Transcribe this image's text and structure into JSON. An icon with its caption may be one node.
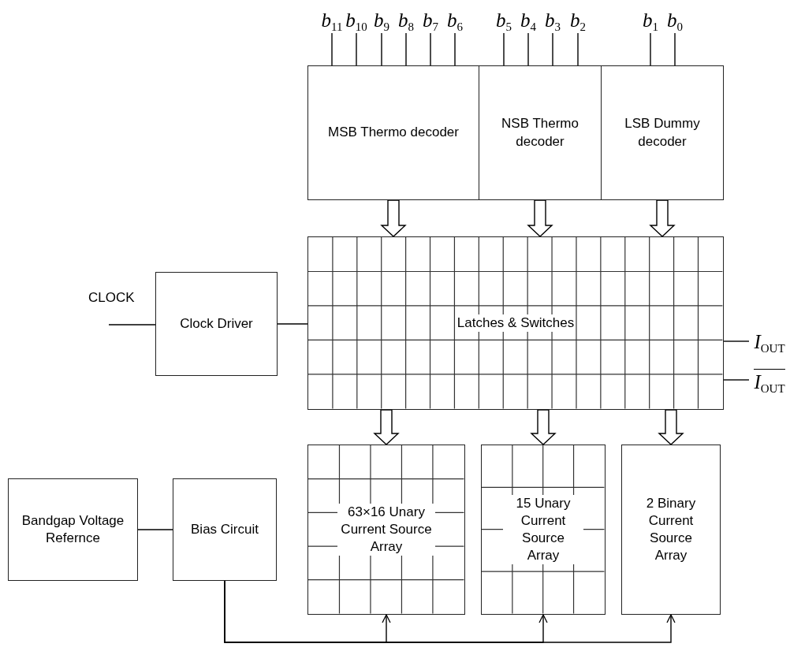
{
  "diagram": {
    "nodes": [
      {
        "text": [
          "*b*$_{11}$"
        ]
      },
      {
        "text": [
          "*b*$_{10}$"
        ]
      },
      {
        "text": [
          "*b*$_{9}$"
        ]
      },
      {
        "text": [
          "*b*$_{8}$"
        ]
      },
      {
        "text": [
          "*b*$_{7}$"
        ]
      },
      {
        "text": [
          "*b*$_{6}$"
        ]
      },
      {
        "text": [
          "*b*$_{5}$"
        ]
      },
      {
        "text": [
          "*b*$_{4}$"
        ]
      },
      {
        "text": [
          "*b*$_{3}$"
        ]
      },
      {
        "text": [
          "*b*$_{2}$"
        ]
      },
      {
        "text": [
          "*b*$_{1}$"
        ]
      },
      {
        "text": [
          "*b*$_{0}$"
        ]
      },
      {
        "text": [
          "MSB Thermo decoder"
        ]
      },
      {
        "text": [
          "NSB Thermo decoder"
        ]
      },
      {
        "text": [
          "LSB Dummy decoder"
        ]
      },
      {
        "text": [
          "CLOCK"
        ]
      },
      {
        "text": [
          "Clock Driver"
        ]
      },
      {
        "text": [
          "Latches & Switches"
        ]
      },
      {
        "text": [
          "*I*$_{OUT}$"
        ]
      },
      {
        "text": [
          "*I*$_{OUT}$"
        ]
      },
      {
        "text": [
          "Bandgap Voltage Refernce"
        ]
      },
      {
        "text": [
          "Bias Circuit"
        ]
      },
      {
        "text": [
          "63×16 Unary Current Source Array"
        ]
      },
      {
        "text": [
          "15 Unary Current Source Array"
        ]
      },
      {
        "text": [
          "2 Binary Current Source Array"
        ]
      }
    ],
    "edges": [
      {
        "from": 0,
        "to": 12,
        "arrow": "none"
      },
      {
        "from": 1,
        "to": 12,
        "arrow": "none"
      },
      {
        "from": 2,
        "to": 12,
        "arrow": "none"
      },
      {
        "from": 3,
        "to": 12,
        "arrow": "none"
      },
      {
        "from": 4,
        "to": 12,
        "arrow": "none"
      },
      {
        "from": 5,
        "to": 12,
        "arrow": "none"
      },
      {
        "from": 6,
        "to": 13,
        "arrow": "none"
      },
      {
        "from": 7,
        "to": 13,
        "arrow": "none"
      },
      {
        "from": 8,
        "to": 13,
        "arrow": "none"
      },
      {
        "from": 9,
        "to": 13,
        "arrow": "none"
      },
      {
        "from": 10,
        "to": 14,
        "arrow": "none"
      },
      {
        "from": 11,
        "to": 14,
        "arrow": "none"
      },
      {
        "from": 12,
        "to": 17,
        "arrow": "to",
        "style": "thick"
      },
      {
        "from": 13,
        "to": 17,
        "arrow": "to",
        "style": "thick"
      },
      {
        "from": 14,
        "to": 17,
        "arrow": "to",
        "style": "thick"
      },
      {
        "from": 15,
        "to": 16,
        "arrow": "none"
      },
      {
        "from": 16,
        "to": 17,
        "arrow": "none"
      },
      {
        "from": 17,
        "to": 18,
        "arrow": "none"
      },
      {
        "from": 17,
        "to": 19,
        "arrow": "none"
      },
      {
        "from": 17,
        "to": 22,
        "arrow": "to",
        "style": "thick"
      },
      {
        "from": 17,
        "to": 23,
        "arrow": "to",
        "style": "thick"
      },
      {
        "from": 17,
        "to": 24,
        "arrow": "to",
        "style": "thick"
      },
      {
        "from": 20,
        "to": 21,
        "arrow": "none"
      },
      {
        "from": 21,
        "to": 22,
        "arrow": "to"
      },
      {
        "from": 21,
        "to": 23,
        "arrow": "to"
      },
      {
        "from": 21,
        "to": 24,
        "arrow": "to"
      }
    ]
  }
}
